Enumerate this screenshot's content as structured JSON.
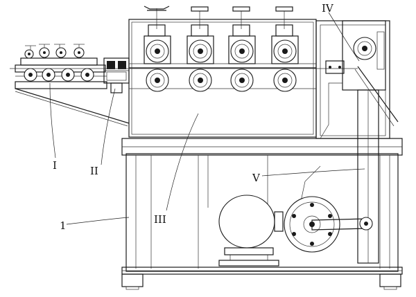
{
  "callouts": {
    "label_1": "1",
    "label_I": "I",
    "label_II": "II",
    "label_III": "III",
    "label_IV": "IV",
    "label_V": "V"
  },
  "colors": {
    "line": "#1a1a1a",
    "background": "#ffffff"
  }
}
